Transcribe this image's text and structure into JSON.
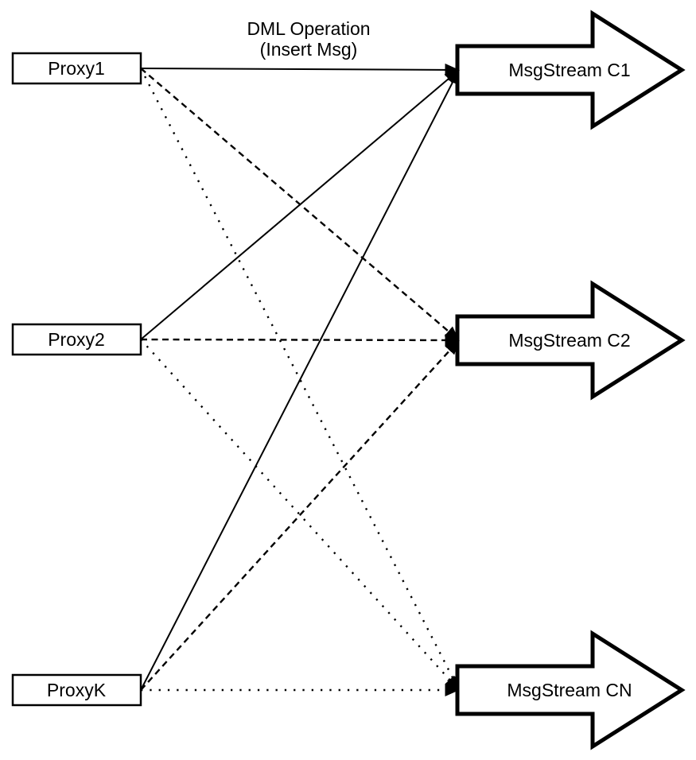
{
  "diagram": {
    "title_line1": "DML Operation",
    "title_line2": "(Insert Msg)",
    "proxies": [
      {
        "label": "Proxy1"
      },
      {
        "label": "Proxy2"
      },
      {
        "label": "ProxyK"
      }
    ],
    "streams": [
      {
        "label": "MsgStream C1"
      },
      {
        "label": "MsgStream C2"
      },
      {
        "label": "MsgStream CN"
      }
    ],
    "connections": [
      {
        "from": "Proxy1",
        "to": "MsgStream C1",
        "style": "solid"
      },
      {
        "from": "Proxy1",
        "to": "MsgStream C2",
        "style": "dashed"
      },
      {
        "from": "Proxy1",
        "to": "MsgStream CN",
        "style": "dotted"
      },
      {
        "from": "Proxy2",
        "to": "MsgStream C1",
        "style": "solid"
      },
      {
        "from": "Proxy2",
        "to": "MsgStream C2",
        "style": "dashed"
      },
      {
        "from": "Proxy2",
        "to": "MsgStream CN",
        "style": "dotted"
      },
      {
        "from": "ProxyK",
        "to": "MsgStream C1",
        "style": "solid"
      },
      {
        "from": "ProxyK",
        "to": "MsgStream C2",
        "style": "dashed"
      },
      {
        "from": "ProxyK",
        "to": "MsgStream CN",
        "style": "dotted"
      }
    ],
    "colors": {
      "line": "#000000",
      "shape-fill": "#ffffff",
      "background": "#ffffff",
      "text": "#000000"
    }
  }
}
